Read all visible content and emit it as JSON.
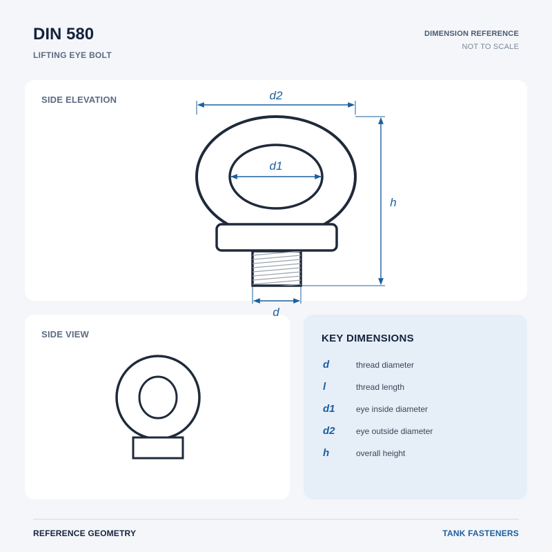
{
  "header": {
    "title": "DIN 580",
    "subtitle": "LIFTING EYE BOLT",
    "reference_label": "DIMENSION REFERENCE",
    "scale_note": "NOT TO SCALE"
  },
  "panels": {
    "side_elevation": {
      "label": "SIDE ELEVATION",
      "dimensions": {
        "d2": "d2",
        "d1": "d1",
        "h": "h",
        "d": "d"
      }
    },
    "side_view": {
      "label": "SIDE VIEW"
    },
    "key": {
      "title": "KEY DIMENSIONS",
      "items": [
        {
          "symbol": "d",
          "description": "thread diameter"
        },
        {
          "symbol": "l",
          "description": "thread length"
        },
        {
          "symbol": "d1",
          "description": "eye inside diameter"
        },
        {
          "symbol": "d2",
          "description": "eye outside diameter"
        },
        {
          "symbol": "h",
          "description": "overall height"
        }
      ]
    }
  },
  "footer": {
    "left": "REFERENCE GEOMETRY",
    "right": "TANK FASTENERS"
  },
  "colors": {
    "outline": "#1f2a3a",
    "dimension": "#1c5f9e",
    "panel": "#ffffff",
    "key_panel": "#e6eef8",
    "background": "#f4f6fa"
  }
}
